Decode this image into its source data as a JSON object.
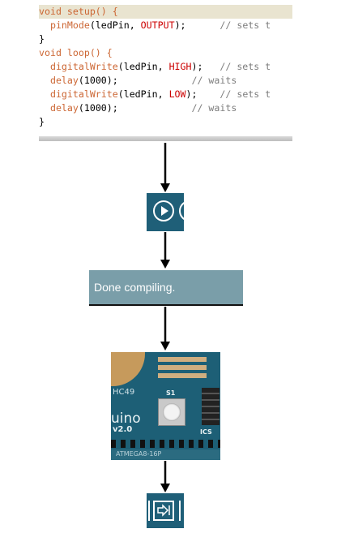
{
  "code": {
    "lines": [
      {
        "parts": [
          {
            "t": "void setup() {",
            "c": "kw"
          }
        ],
        "highlight": true
      },
      {
        "parts": [
          {
            "t": "  "
          },
          {
            "t": "pinMode",
            "c": "fn"
          },
          {
            "t": "(ledPin, "
          },
          {
            "t": "OUTPUT",
            "c": "const"
          },
          {
            "t": ");      "
          },
          {
            "t": "// sets t",
            "c": "cmt"
          }
        ]
      },
      {
        "parts": [
          {
            "t": "}"
          }
        ]
      },
      {
        "parts": [
          {
            "t": "void loop() {",
            "c": "kw"
          }
        ]
      },
      {
        "parts": [
          {
            "t": "  "
          },
          {
            "t": "digitalWrite",
            "c": "fn"
          },
          {
            "t": "(ledPin, "
          },
          {
            "t": "HIGH",
            "c": "const"
          },
          {
            "t": ");   "
          },
          {
            "t": "// sets t",
            "c": "cmt"
          }
        ]
      },
      {
        "parts": [
          {
            "t": "  "
          },
          {
            "t": "delay",
            "c": "fn"
          },
          {
            "t": "(1000);             "
          },
          {
            "t": "// waits",
            "c": "cmt"
          }
        ]
      },
      {
        "parts": [
          {
            "t": "  "
          },
          {
            "t": "digitalWrite",
            "c": "fn"
          },
          {
            "t": "(ledPin, "
          },
          {
            "t": "LOW",
            "c": "const"
          },
          {
            "t": ");    "
          },
          {
            "t": "// sets t",
            "c": "cmt"
          }
        ]
      },
      {
        "parts": [
          {
            "t": "  "
          },
          {
            "t": "delay",
            "c": "fn"
          },
          {
            "t": "(1000);             "
          },
          {
            "t": "// waits",
            "c": "cmt"
          }
        ]
      },
      {
        "parts": [
          {
            "t": "}"
          }
        ]
      }
    ]
  },
  "status": {
    "message": "Done compiling."
  },
  "board": {
    "chip_label": "HC49",
    "button_label": "S1",
    "brand_partial": "uino",
    "version": "v2.0",
    "icsp_label": "ICS",
    "mcu_label": "ATMEGA8-16P"
  },
  "icons": {
    "verify": "verify-play-icon",
    "upload": "upload-arrow-icon"
  },
  "colors": {
    "toolbar_blue": "#1f5f78",
    "status_bg": "#7a9ea9",
    "keyword": "#cc6633",
    "constant": "#cc0000",
    "comment": "#7d7d7d",
    "highlight": "#e9e4d0"
  }
}
